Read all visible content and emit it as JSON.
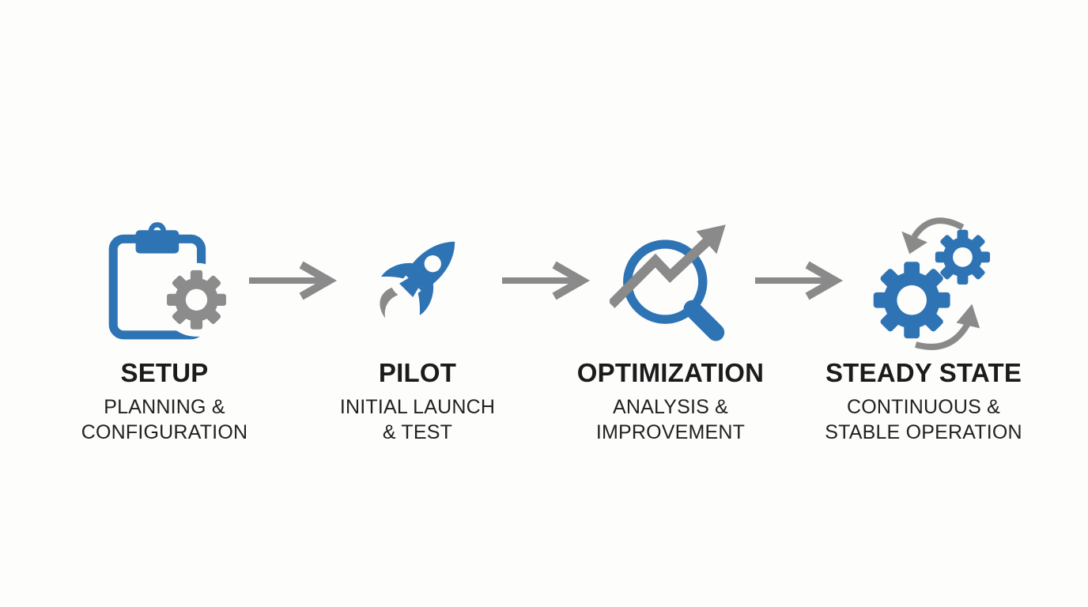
{
  "diagram": {
    "type": "process-flow",
    "background": "#fdfdfc",
    "colors": {
      "accent_blue": "#2e74b5",
      "icon_gray": "#8a8a8a",
      "title_text": "#1b1b1b",
      "subtitle_text": "#212121"
    },
    "stages": [
      {
        "id": "setup",
        "title": "SETUP",
        "subtitle_lines": [
          "PLANNING &",
          "CONFIGURATION"
        ],
        "icon": "clipboard-gear-icon"
      },
      {
        "id": "pilot",
        "title": "PILOT",
        "subtitle_lines": [
          "INITIAL LAUNCH",
          "& TEST"
        ],
        "icon": "rocket-icon"
      },
      {
        "id": "optimization",
        "title": "OPTIMIZATION",
        "subtitle_lines": [
          "ANALYSIS &",
          "IMPROVEMENT"
        ],
        "icon": "magnifier-trend-icon"
      },
      {
        "id": "steady-state",
        "title": "STEADY STATE",
        "subtitle_lines": [
          "CONTINUOUS &",
          "STABLE OPERATION"
        ],
        "icon": "gears-sync-icon"
      }
    ],
    "connectors": [
      {
        "from": "setup",
        "to": "pilot",
        "icon": "arrow-right-icon"
      },
      {
        "from": "pilot",
        "to": "optimization",
        "icon": "arrow-right-icon"
      },
      {
        "from": "optimization",
        "to": "steady-state",
        "icon": "arrow-right-icon"
      }
    ]
  }
}
